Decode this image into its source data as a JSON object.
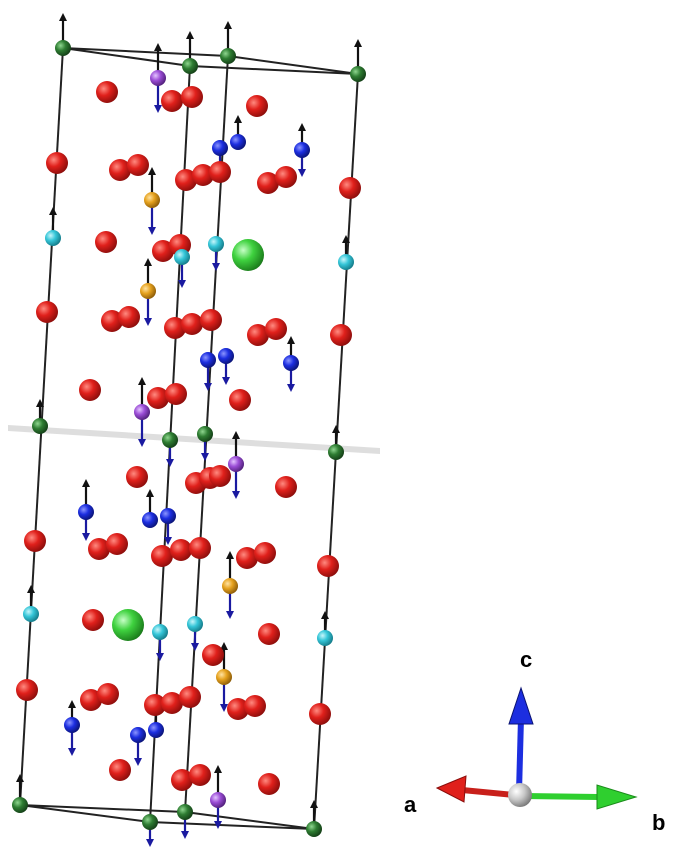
{
  "structure": {
    "atom_colors": {
      "red": "#e0201b",
      "green_small": "#2e7d32",
      "cyan": "#35c6d8",
      "blue": "#1c2ee0",
      "purple": "#9b4dd6",
      "orange": "#e6a21e",
      "green_large": "#3fd23f"
    },
    "spin_arrow_colors": {
      "up": "#000000",
      "down": "#1a1aa0"
    },
    "mid_plane_color": "#d6d6d6"
  },
  "axes": {
    "c_label": "c",
    "a_label": "a",
    "b_label": "b",
    "c_color": "#1c2ee0",
    "a_color": "#e0201b",
    "b_color": "#2fcf2f",
    "origin_color": "#c8c8c8"
  }
}
